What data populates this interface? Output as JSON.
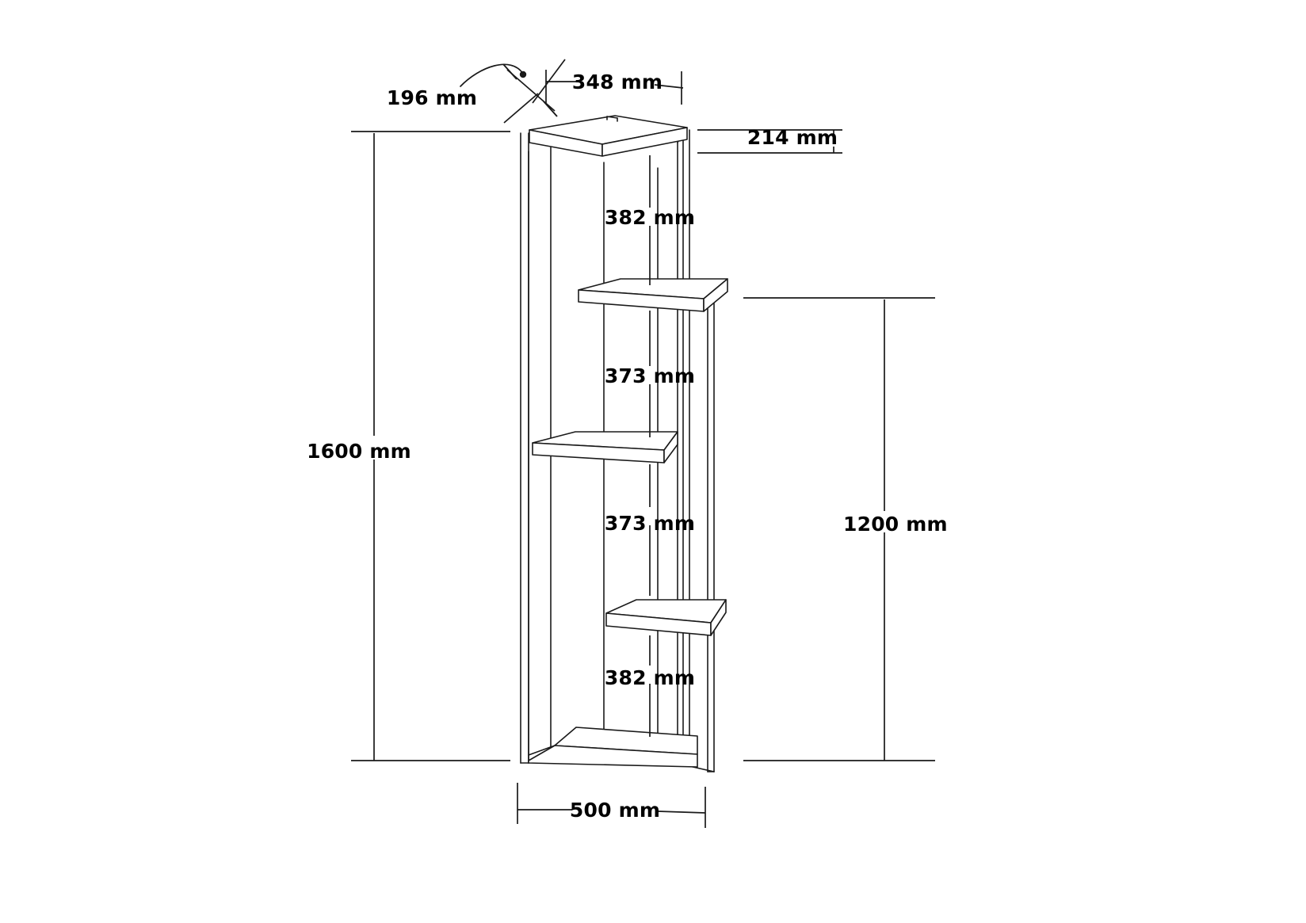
{
  "drawing": {
    "title": "Shelf Unit Dimensioned Technical Drawing",
    "units": "mm",
    "background_color": "#ffffff",
    "line_color": "#1a1a1a",
    "text_color": "#000000",
    "dimensions": {
      "depth_label": "196 mm",
      "top_width_label": "348 mm",
      "top_panel_label": "214 mm",
      "bay1_label": "382 mm",
      "bay2_label": "373 mm",
      "bay3_label": "373 mm",
      "bay4_label": "382 mm",
      "overall_height_label": "1600 mm",
      "right_height_label": "1200 mm",
      "overall_width_label": "500 mm"
    }
  }
}
